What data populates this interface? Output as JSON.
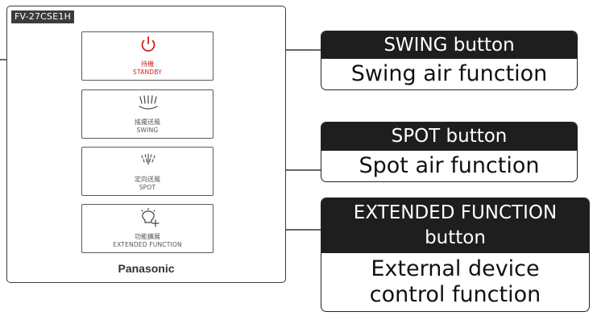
{
  "panel": {
    "model": "FV-27CSE1H",
    "brand": "Panasonic",
    "buttons": [
      {
        "zh": "待機",
        "en": "STANDBY",
        "icon": "power-icon",
        "color": "#d42020"
      },
      {
        "zh": "搖擺送風",
        "en": "SWING",
        "icon": "swing-air-icon"
      },
      {
        "zh": "定向送風",
        "en": "SPOT",
        "icon": "spot-air-icon"
      },
      {
        "zh": "功能擴展",
        "en": "EXTENDED FUNCTION",
        "icon": "extended-function-icon"
      }
    ]
  },
  "callouts": {
    "swing": {
      "title": "SWING button",
      "desc": "Swing air function"
    },
    "spot": {
      "title": "SPOT button",
      "desc": "Spot air function"
    },
    "extended": {
      "title_line1": "EXTENDED FUNCTION",
      "title_line2": "button",
      "desc_line1": "External device",
      "desc_line2": "control function"
    }
  }
}
